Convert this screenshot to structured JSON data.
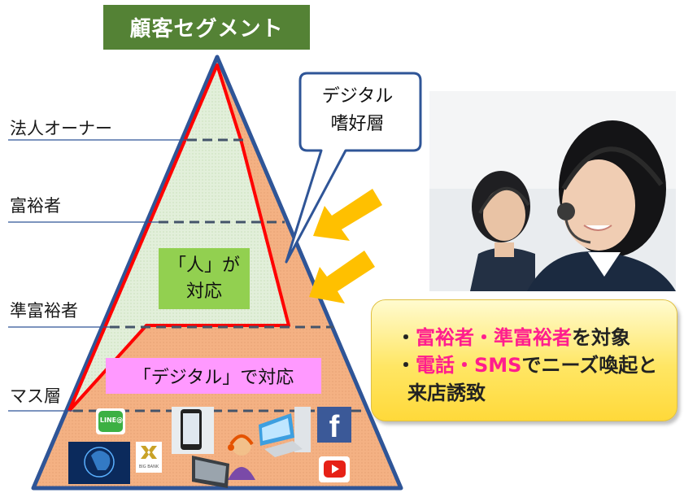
{
  "title": "顧客セグメント",
  "tiers": [
    {
      "label": "法人オーナー"
    },
    {
      "label": "富裕者"
    },
    {
      "label": "準富裕者"
    },
    {
      "label": "マス層"
    }
  ],
  "callout": {
    "line1": "デジタル",
    "line2": "嗜好層"
  },
  "human_box": {
    "line1": "「人」が",
    "line2": "対応"
  },
  "digital_box": {
    "label": "「デジタル」で対応"
  },
  "note": {
    "line1_bullet": "・",
    "line1_hl": "富裕者・準富裕者",
    "line1_rest": "を対象",
    "line2_bullet": "・",
    "line2_hl": "電話・SMS",
    "line2_rest": "でニーズ喚起と",
    "line3": "来店誘致"
  },
  "icons": {
    "line": "LINE@",
    "bank": "BIG BANK",
    "facebook": "f"
  },
  "colors": {
    "title_bg": "#548235",
    "pyramid_fill": "#f4b183",
    "human_zone": "#e2efda",
    "outline_red": "#ff0000",
    "pyramid_edge": "#2f5597",
    "arrow": "#ffc000",
    "highlight": "#ff1d8e"
  }
}
